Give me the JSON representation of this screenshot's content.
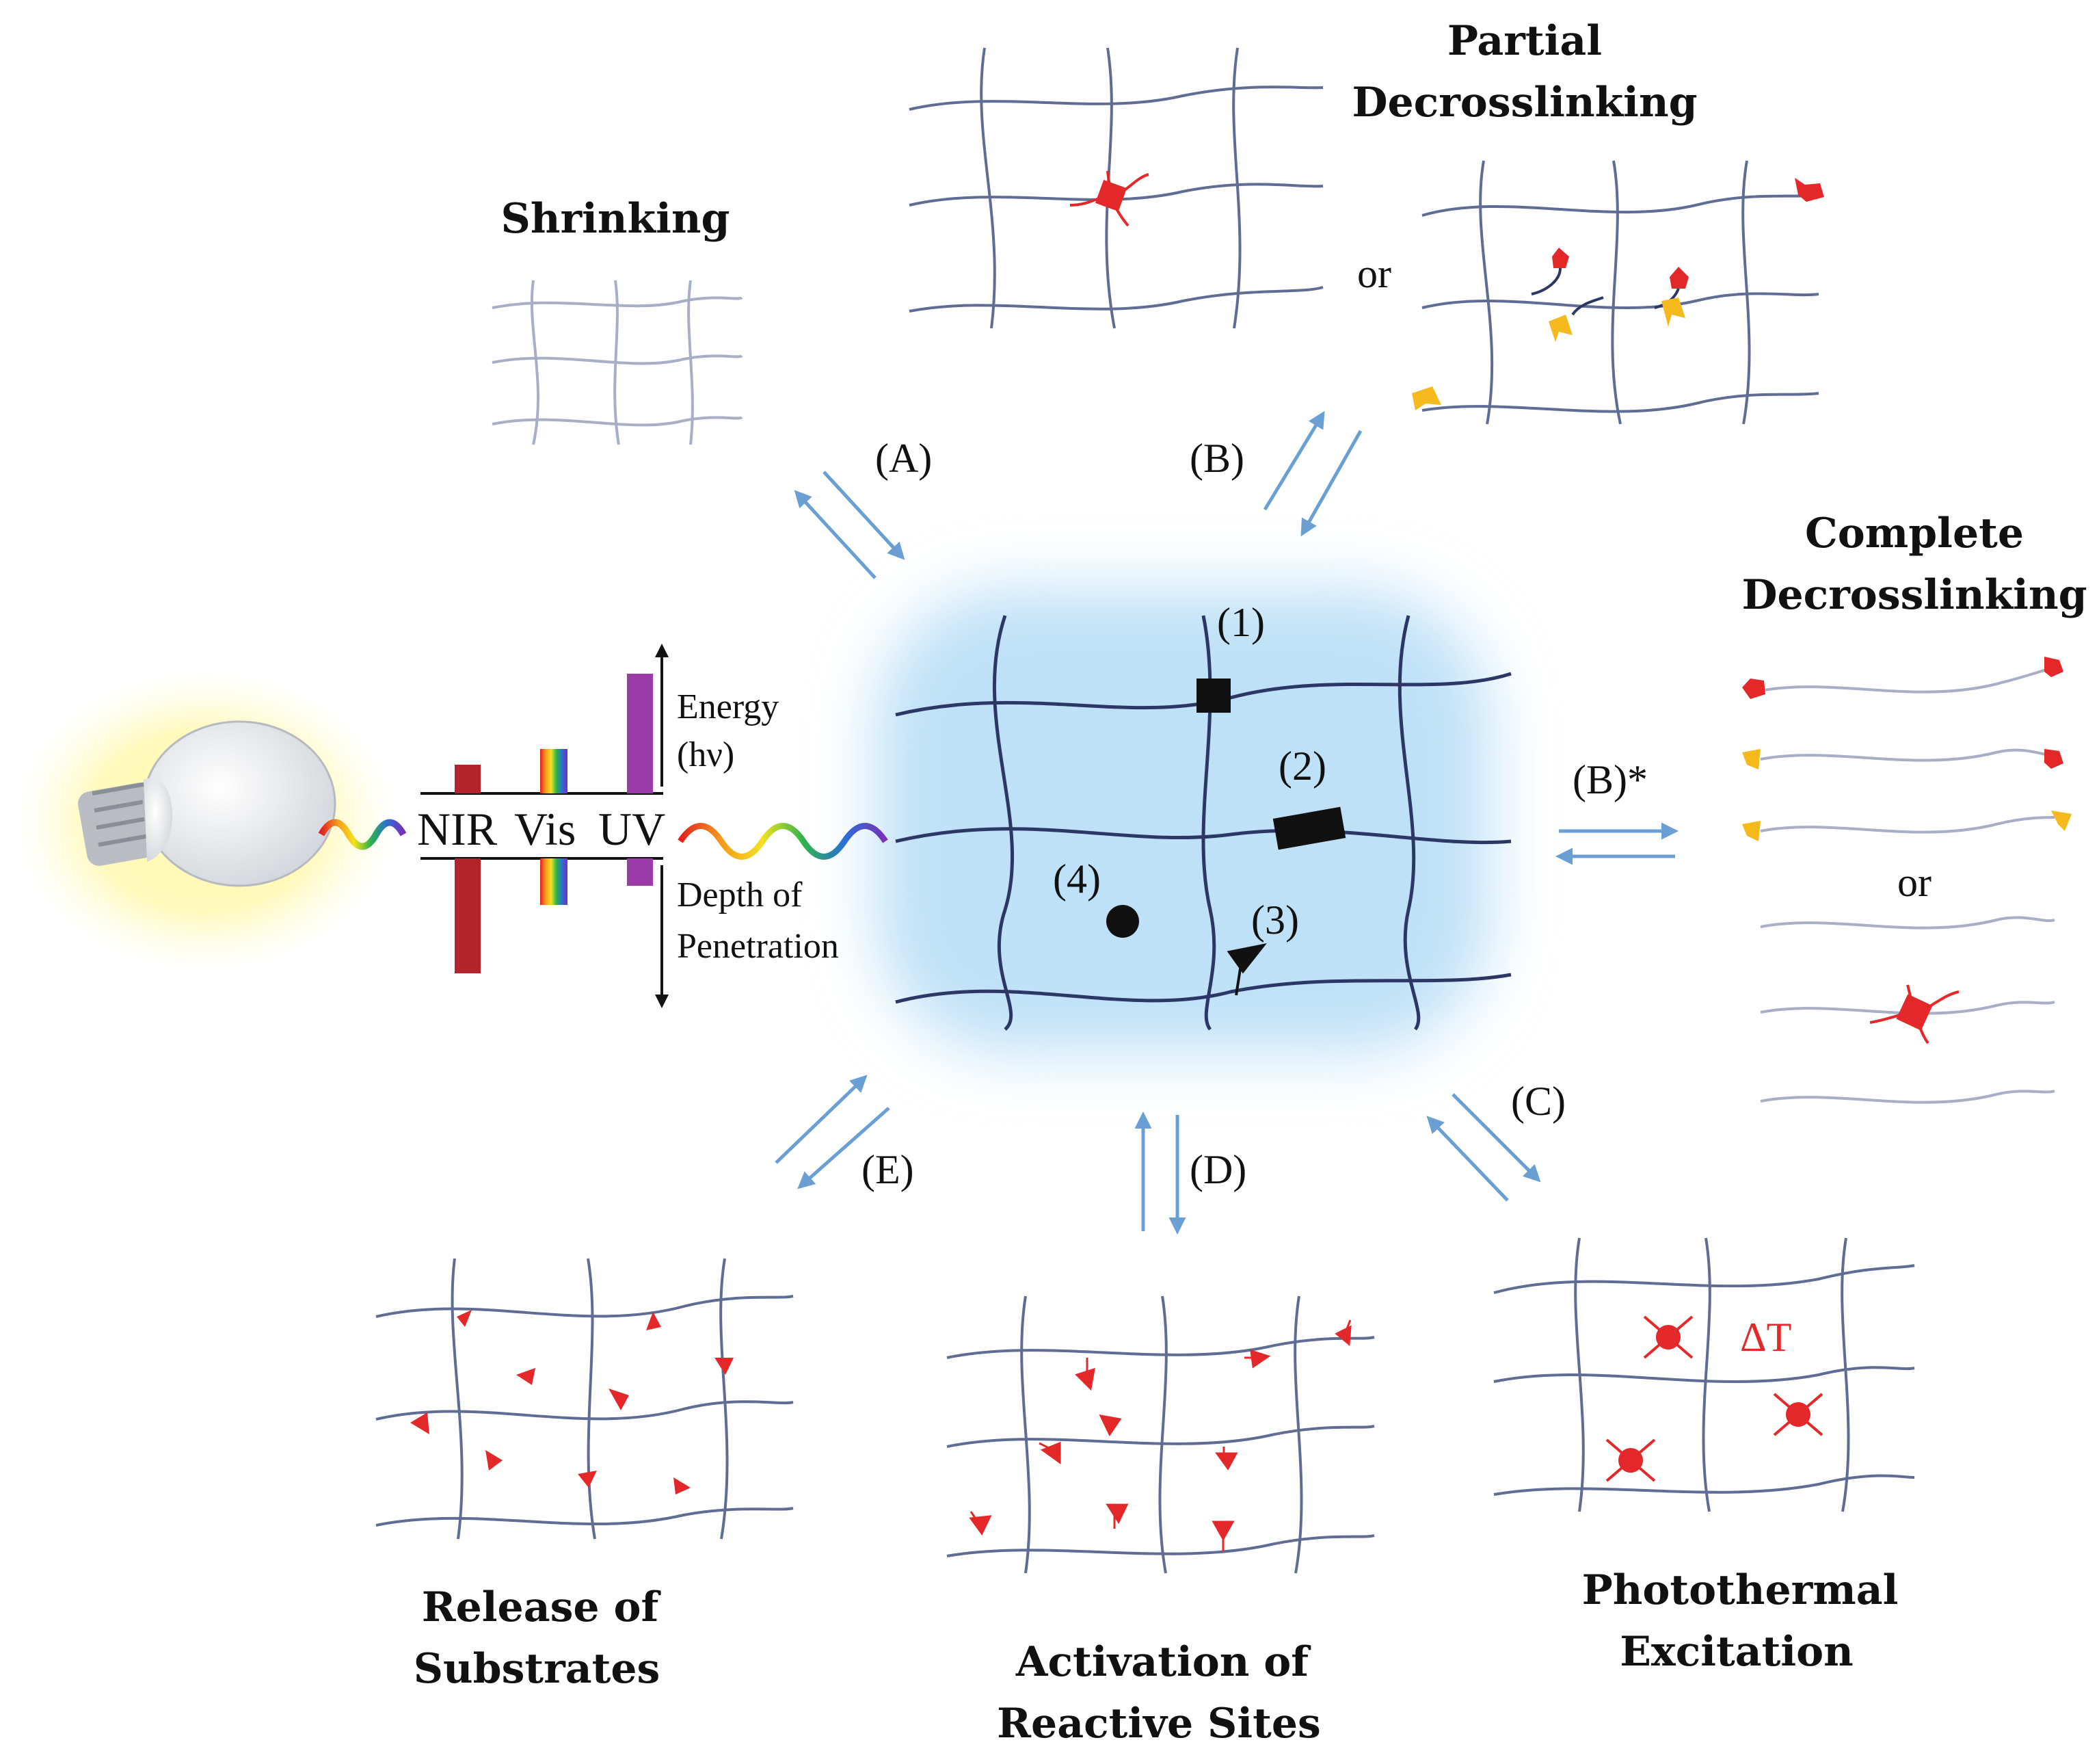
{
  "titles": {
    "shrinking": "Shrinking",
    "partial_1": "Partial",
    "partial_2": "Decrosslinking",
    "complete_1": "Complete",
    "complete_2": "Decrosslinking",
    "release_1": "Release of",
    "release_2": "Substrates",
    "activation_1": "Activation of",
    "activation_2": "Reactive Sites",
    "photothermal_1": "Photothermal",
    "photothermal_2": "Excitation"
  },
  "pathways": {
    "a": "(A)",
    "b": "(B)",
    "b_star": "(B)*",
    "c": "(C)",
    "d": "(D)",
    "e": "(E)"
  },
  "sites": {
    "s1": "(1)",
    "s2": "(2)",
    "s3": "(3)",
    "s4": "(4)"
  },
  "connectors": {
    "or_partial": "or",
    "or_complete": "or"
  },
  "spectrum": {
    "nir": "NIR",
    "vis": "Vis",
    "uv": "UV",
    "energy_1": "Energy",
    "energy_2": "(hν)",
    "depth_1": "Depth of",
    "depth_2": "Penetration"
  },
  "delta_t": "ΔT",
  "colors": {
    "network": "#5f6c93",
    "arrow": "#6a9fd3",
    "nir_bar": "#b3232a",
    "uv_bar": "#9b3aa8",
    "marker": "#e4282a",
    "glow": "#bfe1f7"
  }
}
